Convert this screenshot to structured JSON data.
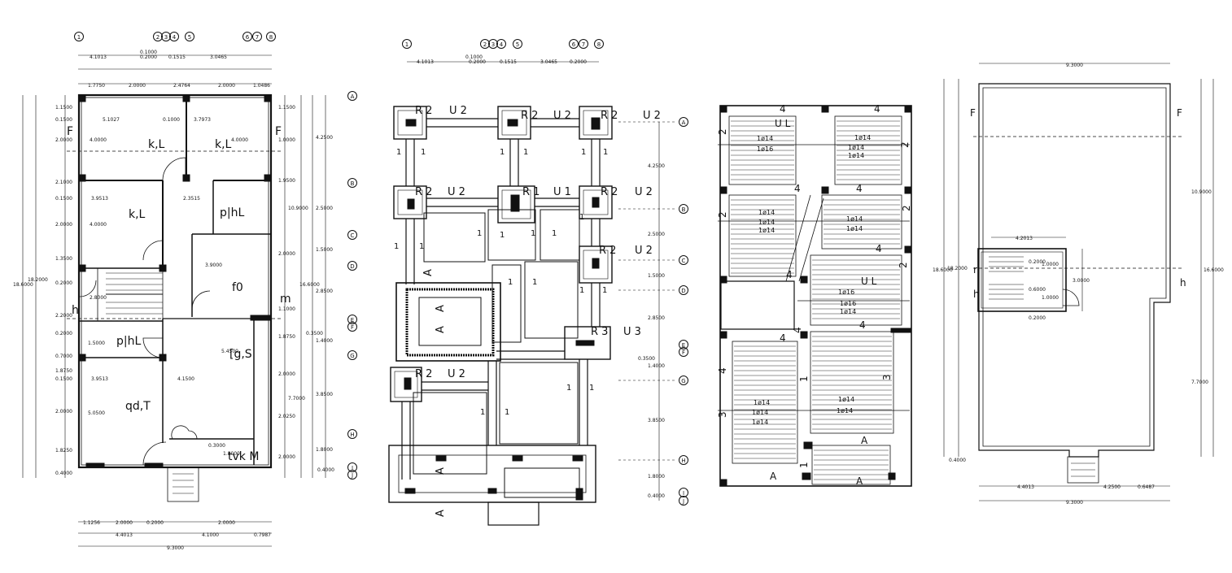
{
  "grid_top_left": [
    "1",
    "2",
    "3",
    "4",
    "5",
    "6",
    "7",
    "8"
  ],
  "grid_top_mid": [
    "1",
    "2",
    "3",
    "4",
    "5",
    "6",
    "7",
    "8"
  ],
  "grid_side_mid": [
    "A",
    "B",
    "C",
    "D",
    "E",
    "F",
    "G",
    "H",
    "I",
    "J"
  ],
  "plan1": {
    "rooms": [
      "k,L",
      "k,L",
      "k,L",
      "p|hL",
      "f0",
      "p|hL",
      "[g,S",
      "qd,T",
      "tvk M"
    ],
    "marks": [
      "F",
      "F",
      "h",
      "m"
    ],
    "top_dims": [
      "4.1013",
      "0.1000",
      "0.2000",
      "0.1515",
      "3.0465",
      "1.7750",
      "2.0000",
      "2.4764",
      "2.0000",
      "1.0486"
    ],
    "left_dims": [
      "1.1500",
      "0.1500",
      "2.0000",
      "2.1000",
      "0.1500",
      "2.0000",
      "1.3500",
      "0.2000",
      "2.2000",
      "0.2000",
      "0.7000",
      "1.8750",
      "0.1500",
      "2.0000",
      "1.8250",
      "0.4000"
    ],
    "right_dims": [
      "1.1500",
      "1.0000",
      "1.9500",
      "2.0000",
      "1.1000",
      "1.8750",
      "2.0000",
      "2.0250",
      "2.0000"
    ],
    "overall_left": [
      "18.6000",
      "18.2000"
    ],
    "overall_right": [
      "10.9000",
      "16.6000",
      "7.7000"
    ],
    "right_ticks": [
      "4.2500",
      "2.5000",
      "1.5000",
      "2.8500",
      "0.3500",
      "1.4000",
      "3.8500",
      "1.8000",
      "0.4000"
    ],
    "inner_dims": [
      "5.1027",
      "0.1000",
      "3.7973",
      "4.0000",
      "4.0000",
      "3.9513",
      "2.3515",
      "4.0000",
      "3.9000",
      "2.8000",
      "1.5000",
      "3.9513",
      "4.1500",
      "5.4500",
      "5.0500",
      "0.3000",
      "1.8000"
    ],
    "bottom_dims": [
      "1.1256",
      "2.0000",
      "0.2000",
      "2.0000",
      "4.4013",
      "4.1000",
      "0.7987",
      "9.3000"
    ]
  },
  "plan2": {
    "column_tags": [
      "R 2",
      "U 2",
      "R 2",
      "U 2",
      "R 2",
      "U 2",
      "R 2",
      "U 2",
      "R 1",
      "U 1",
      "R 2",
      "U 2",
      "R 2",
      "U 2",
      "R 3",
      "U 3",
      "R 2",
      "U 2"
    ],
    "footing_tags": [
      "1",
      "1",
      "1",
      "1",
      "1",
      "1",
      "1",
      "1",
      "1",
      "1",
      "1",
      "1",
      "1",
      "1",
      "1",
      "1",
      "1",
      "1",
      "1",
      "1",
      "1"
    ],
    "section_tags": [
      "A",
      "A",
      "A",
      "A",
      "A"
    ],
    "top_dims": [
      "4.1013",
      "0.1000",
      "0.2000",
      "0.1515",
      "3.0465",
      "0.2000"
    ],
    "side_dims": [
      "4.2500",
      "2.5000",
      "1.5000",
      "2.8500",
      "0.3500",
      "1.4000",
      "3.8500",
      "1.8000",
      "0.4000"
    ]
  },
  "plan3": {
    "tags": [
      "4",
      "4",
      "2",
      "U L",
      "2",
      "4",
      "4",
      "2",
      "2",
      "4",
      "4",
      "4",
      "U L",
      "2",
      "4",
      "4",
      "4",
      "1",
      "3",
      "3",
      "A",
      "A",
      "A",
      "1"
    ],
    "rebar": [
      "1ø14",
      "1ø14",
      "1ø16",
      "1ø14",
      "1ø14",
      "1ø14",
      "1ø14",
      "1ø14",
      "1ø14",
      "1ø14",
      "1ø16",
      "1ø16",
      "1ø14",
      "1ø14",
      "1ø14",
      "1ø14",
      "1ø14",
      "1ø14"
    ]
  },
  "plan4": {
    "marks": [
      "F",
      "F",
      "r",
      "h",
      "h"
    ],
    "dims": [
      "9.3000",
      "4.2013",
      "0.2000",
      "1.0000",
      "0.6000",
      "1.0000",
      "3.0000",
      "0.2000",
      "10.9000",
      "16.6000",
      "18.6000",
      "18.2000",
      "7.7000",
      "0.4000",
      "4.4013",
      "4.2500",
      "0.6487",
      "9.3000"
    ]
  }
}
